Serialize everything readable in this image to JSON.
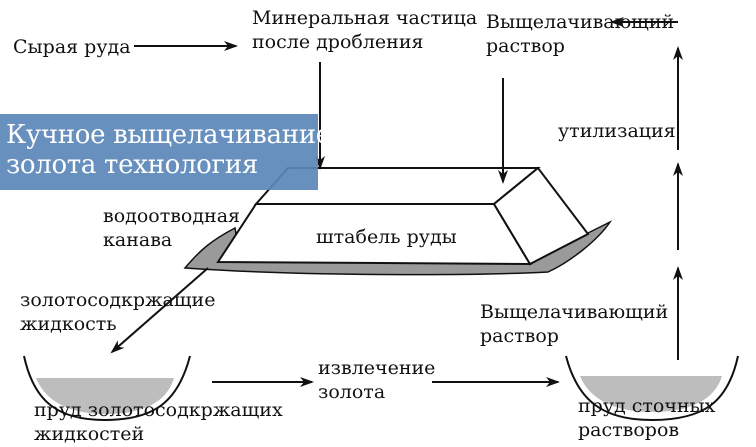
{
  "title_lines": [
    "Кучное выщелачивание",
    "золота технология"
  ],
  "labels": {
    "raw_ore": "Сырая руда",
    "mineral_particle": [
      "Минеральная частица",
      "после дробления"
    ],
    "leach_solution_top": [
      "Выщелачивающий",
      "раствор"
    ],
    "utilization": "утилизация",
    "drainage_channel": [
      "водоотводная",
      "канава"
    ],
    "ore_stack": "штабель руды",
    "gold_bearing_liquid": [
      "золотосодкржащие",
      "жидкость"
    ],
    "leach_solution_right": [
      "Выщелачивающий",
      "раствор"
    ],
    "gold_extraction": [
      "извлечение",
      "золота"
    ],
    "pond_gold_liquids": [
      "пруд золотосодкржащих",
      "жидкостей"
    ],
    "pond_waste_solutions": [
      "пруд сточных",
      "растворов"
    ]
  },
  "colors": {
    "line": "#111111",
    "pond_fill": "#bdbdbd",
    "base_fill": "#9a9a9a",
    "banner": "#5b87b8"
  }
}
